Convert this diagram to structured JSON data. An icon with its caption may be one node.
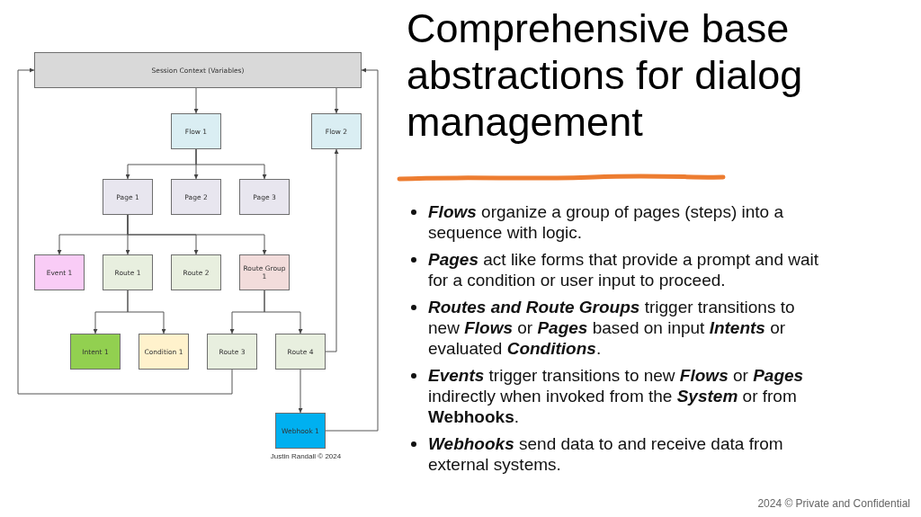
{
  "diagram": {
    "title": "Comprehensive base abstractions for dialog management",
    "nodes": [
      {
        "text": [
          "Session Context (Variables)"
        ]
      },
      {
        "text": [
          "Flow 1"
        ]
      },
      {
        "text": [
          "Flow 2"
        ]
      },
      {
        "text": [
          "Page 1"
        ]
      },
      {
        "text": [
          "Page 2"
        ]
      },
      {
        "text": [
          "Page 3"
        ]
      },
      {
        "text": [
          "Event 1"
        ]
      },
      {
        "text": [
          "Route 1"
        ]
      },
      {
        "text": [
          "Route 2"
        ]
      },
      {
        "text": [
          "Route Group 1"
        ]
      },
      {
        "text": [
          "Intent 1"
        ]
      },
      {
        "text": [
          "Condition 1"
        ]
      },
      {
        "text": [
          "Route 3"
        ]
      },
      {
        "text": [
          "Route 4"
        ]
      },
      {
        "text": [
          "Webhook 1"
        ]
      }
    ],
    "edges": [
      {
        "from": 0,
        "to": 1,
        "arrow": "to"
      },
      {
        "from": 0,
        "to": 2,
        "arrow": "to"
      },
      {
        "from": 1,
        "to": 3,
        "arrow": "to"
      },
      {
        "from": 1,
        "to": 4,
        "arrow": "to"
      },
      {
        "from": 1,
        "to": 5,
        "arrow": "to"
      },
      {
        "from": 3,
        "to": 6,
        "arrow": "to"
      },
      {
        "from": 3,
        "to": 7,
        "arrow": "to"
      },
      {
        "from": 3,
        "to": 8,
        "arrow": "to"
      },
      {
        "from": 3,
        "to": 9,
        "arrow": "to"
      },
      {
        "from": 7,
        "to": 10,
        "arrow": "to"
      },
      {
        "from": 7,
        "to": 11,
        "arrow": "to"
      },
      {
        "from": 9,
        "to": 12,
        "arrow": "to"
      },
      {
        "from": 9,
        "to": 13,
        "arrow": "to"
      },
      {
        "from": 13,
        "to": 2,
        "arrow": "to"
      },
      {
        "from": 12,
        "to": 0,
        "arrow": "to"
      },
      {
        "from": 13,
        "to": 14,
        "arrow": "to"
      },
      {
        "from": 14,
        "to": 0,
        "arrow": "to"
      }
    ],
    "labels": [
      "*Flows* organize a group of pages (steps) into a sequence with logic.",
      "*Pages* act like forms that provide a prompt and wait for a condition or user input to proceed.",
      "*Routes and Route Groups* trigger transitions to new *Flows* or *Pages* based on input *Intents* or evaluated *Conditions*.",
      "*Events* trigger transitions to new *Flows* or *Pages* indirectly when invoked from the *System* or from **Webhooks**.",
      "*Webhooks* send data to and receive data from external systems.",
      "Justin Randall © 2024",
      "2024 © Private and Confidential"
    ]
  }
}
